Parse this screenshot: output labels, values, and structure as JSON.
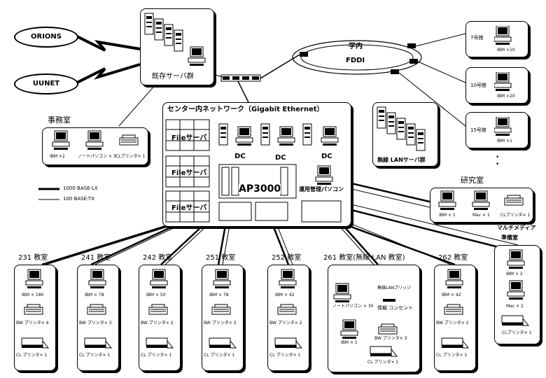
{
  "external": {
    "orions": "ORIONS",
    "uunet": "UUNET"
  },
  "servers": {
    "existing": "既存サーバ群"
  },
  "fddi": {
    "name": "学内",
    "sub": "FDDI"
  },
  "buildings": [
    {
      "name": "7号館",
      "pc": "IBM ×10"
    },
    {
      "name": "10号館",
      "pc": "IBM ×20"
    },
    {
      "name": "15号館",
      "pc": "IBM ×1"
    }
  ],
  "office": {
    "title": "事務室",
    "pc": "IBM ×2",
    "notebook": "ノートパソコン × 3",
    "printer": "CLプリンタ× 1"
  },
  "center": {
    "title": "センター内ネットワーク（Gigabit Ethernet）",
    "file_server": "Fileサーバ",
    "dc": "DC",
    "ap": "AP3000",
    "admin": "運用管理パソコン",
    "wireless": "無線 LANサーバ群"
  },
  "legend": {
    "lx": "1000 BASE-LX",
    "tx": "100 BASE-TX"
  },
  "lab": {
    "title": "研究室",
    "pc": "IBM × 1",
    "mac": "Mac × 1",
    "printer": "CLプリンタ× 1"
  },
  "multimedia": {
    "title1": "マルチメディア",
    "title2": "準備室",
    "pc": "IBM × 2",
    "mac": "Mac × 2",
    "printer": "CLプリンタ× 1"
  },
  "rooms": [
    {
      "title": "231 教室",
      "pc": "IBM × 180",
      "bw": "BW プリンタ× 4",
      "cl": "CL プリンタ× 1"
    },
    {
      "title": "241 教室",
      "pc": "IBM × 78",
      "bw": "BW プリンタ× 3",
      "cl": "CL プリンタ× 1"
    },
    {
      "title": "242 教室",
      "pc": "IBM × 50",
      "bw": "BW プリンタ× 2",
      "cl": "CL プリンタ× 1"
    },
    {
      "title": "251 教室",
      "pc": "IBM × 78",
      "bw": "BW プリンタ× 3",
      "cl": "CL プリンタ× 1"
    },
    {
      "title": "252 教室",
      "pc": "IBM × 42",
      "bw": "BW プリンタ× 2",
      "cl": "CL プリンタ× 1"
    },
    {
      "title": "262 教室",
      "pc": "IBM × 42",
      "bw": "BW プリンタ× 2",
      "cl": "CL プリンタ× 1"
    }
  ],
  "room261": {
    "title": "261 教室(無線 LAN 教室)",
    "bridge": "無線LANブリッジ",
    "outlet": "情報 コンセント",
    "notebook": "ノートパソコン × 30",
    "pc": "IBM × 1",
    "bw": "BW プリンタ× 3",
    "cl": "CL プリンタ× 1"
  }
}
